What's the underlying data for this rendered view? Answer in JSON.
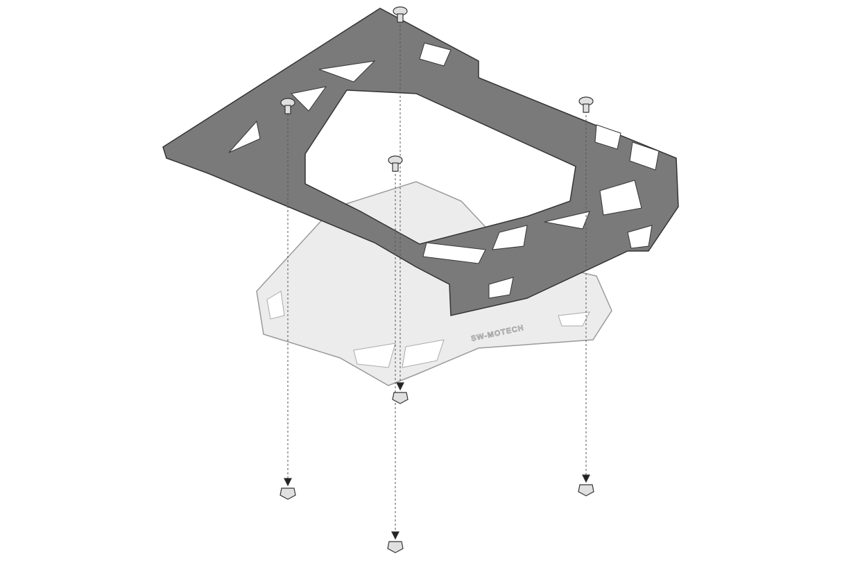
{
  "diagram": {
    "logo": "SW-MOTECH",
    "colors": {
      "rack_plate": "#7a7a7a",
      "base_rack": "#ececec",
      "outline": "#333333",
      "dash": "#555555"
    },
    "components": [
      "adapter-plate",
      "base-rack",
      "bolt",
      "nut"
    ]
  }
}
